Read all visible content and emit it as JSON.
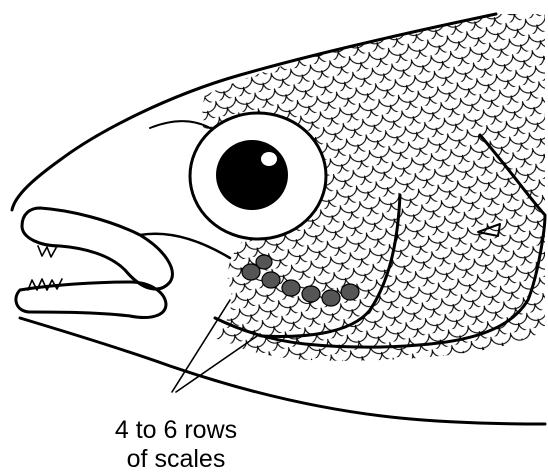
{
  "caption": {
    "line1": "4 to 6 rows",
    "line2": "of  scales"
  },
  "colors": {
    "ink": "#000000",
    "background": "#ffffff",
    "highlighted_scale_fill": "#555555"
  },
  "marked_scale_count": 7,
  "pointer_line_count": 2
}
